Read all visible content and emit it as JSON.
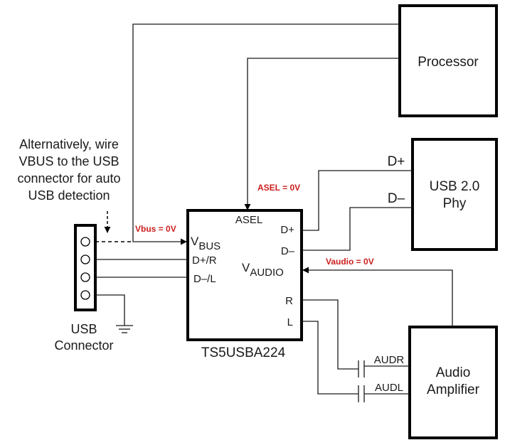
{
  "blocks": {
    "processor": "Processor",
    "usb_phy_line1": "USB 2.0",
    "usb_phy_line2": "Phy",
    "audio_amp_line1": "Audio",
    "audio_amp_line2": "Amplifier",
    "chip_name": "TS5USBA224",
    "usb_connector_line1": "USB",
    "usb_connector_line2": "Connector"
  },
  "chip_pins": {
    "asel": "ASEL",
    "vbus_main": "V",
    "vbus_sub": "BUS",
    "dp_r": "D+/R",
    "dm_l": "D–/L",
    "dp": "D+",
    "dm": "D–",
    "vaudio_main": "V",
    "vaudio_sub": "AUDIO",
    "r": "R",
    "l": "L"
  },
  "signals": {
    "d_plus": "D+",
    "d_minus": "D–",
    "audr": "AUDR",
    "audl": "AUDL"
  },
  "annotations": {
    "asel_0v": "ASEL = 0V",
    "vbus_0v": "Vbus = 0V",
    "vaudio_0v": "Vaudio = 0V",
    "note_lines": [
      "Alternatively, wire",
      "VBUS to the USB",
      "connector for auto",
      "USB detection"
    ]
  }
}
